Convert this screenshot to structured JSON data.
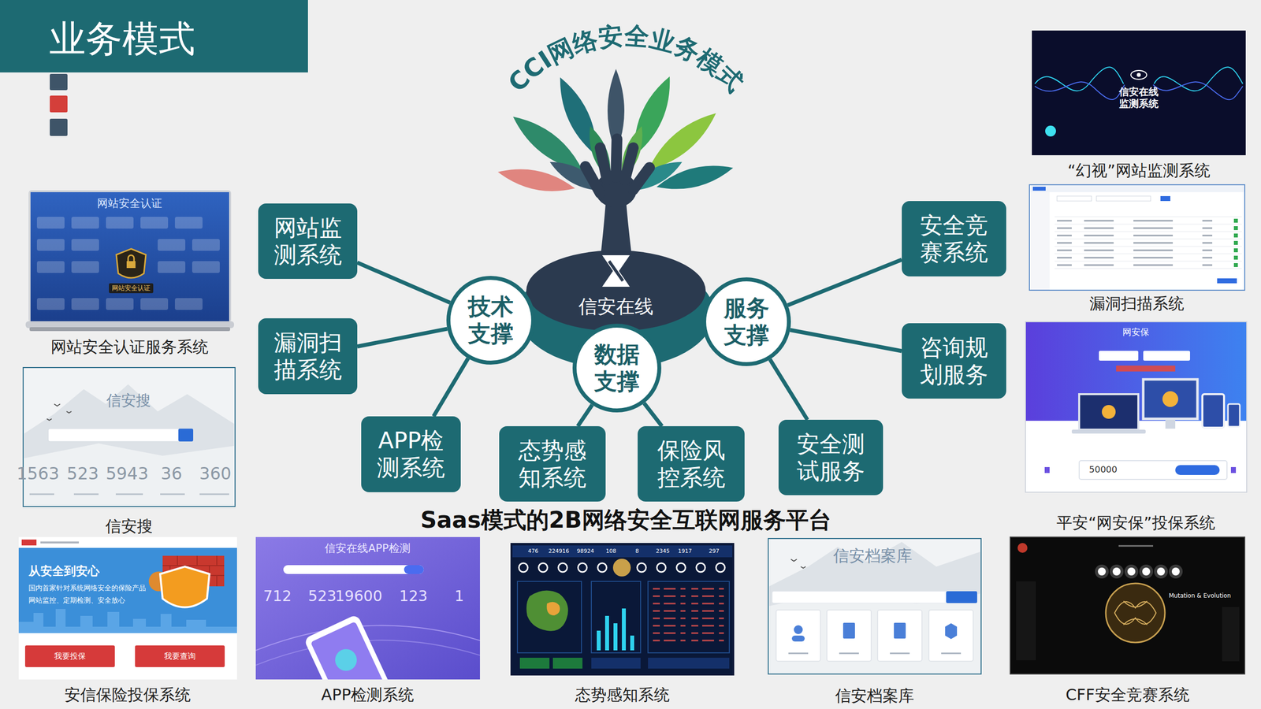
{
  "diagram": {
    "title": "业务模式",
    "caption": "Saas模式的2B网络安全互联网服务平台",
    "nodes": [
      {
        "text": [
          "信安在线"
        ]
      },
      {
        "text": [
          "技术支撑"
        ]
      },
      {
        "text": [
          "数据支撑"
        ]
      },
      {
        "text": [
          "服务支撑"
        ]
      },
      {
        "text": [
          "网站监测系统"
        ]
      },
      {
        "text": [
          "漏洞扫描系统"
        ]
      },
      {
        "text": [
          "APP检测系统"
        ]
      },
      {
        "text": [
          "态势感知系统"
        ]
      },
      {
        "text": [
          "保险风控系统"
        ]
      },
      {
        "text": [
          "安全测试服务"
        ]
      },
      {
        "text": [
          "安全竞赛系统"
        ]
      },
      {
        "text": [
          "咨询规划服务"
        ]
      },
      {
        "text": [
          "“幻视”网站监测系统",
          "信安在线 监测系统"
        ]
      },
      {
        "text": [
          "漏洞扫描系统"
        ]
      },
      {
        "text": [
          "网站安全认证服务系统",
          "网站安全认证",
          "网站安全认证"
        ]
      },
      {
        "text": [
          "信安搜",
          "信安搜",
          "1563",
          "523",
          "5943",
          "36",
          "360"
        ]
      },
      {
        "text": [
          "平安“网安保”投保系统",
          "网安保",
          "50000"
        ]
      },
      {
        "text": [
          "安信保险投保系统",
          "从安全到安心",
          "国内首家针对系统网络安全的保险产品",
          "网站监控、定期检测、安全放心",
          "我要投保",
          "我要查询"
        ]
      },
      {
        "text": [
          "APP检测系统",
          "信安在线APP检测",
          "712",
          "523",
          "19600",
          "123",
          "1"
        ]
      },
      {
        "text": [
          "态势感知系统",
          "476",
          "224916",
          "98924",
          "108",
          "8",
          "2345",
          "1917",
          "297"
        ]
      },
      {
        "text": [
          "信安档案库",
          "信安档案库"
        ]
      },
      {
        "text": [
          "CFF安全竞赛系统",
          "Mutation & Evolution"
        ]
      }
    ],
    "edges": [
      {
        "from": 1,
        "to": 4,
        "arrow": "none"
      },
      {
        "from": 1,
        "to": 5,
        "arrow": "none"
      },
      {
        "from": 1,
        "to": 6,
        "arrow": "none"
      },
      {
        "from": 2,
        "to": 7,
        "arrow": "none"
      },
      {
        "from": 2,
        "to": 8,
        "arrow": "none"
      },
      {
        "from": 3,
        "to": 9,
        "arrow": "none"
      },
      {
        "from": 3,
        "to": 10,
        "arrow": "none"
      },
      {
        "from": 3,
        "to": 11,
        "arrow": "none"
      }
    ],
    "labels": [
      "CCI网络安全业务模式"
    ]
  }
}
